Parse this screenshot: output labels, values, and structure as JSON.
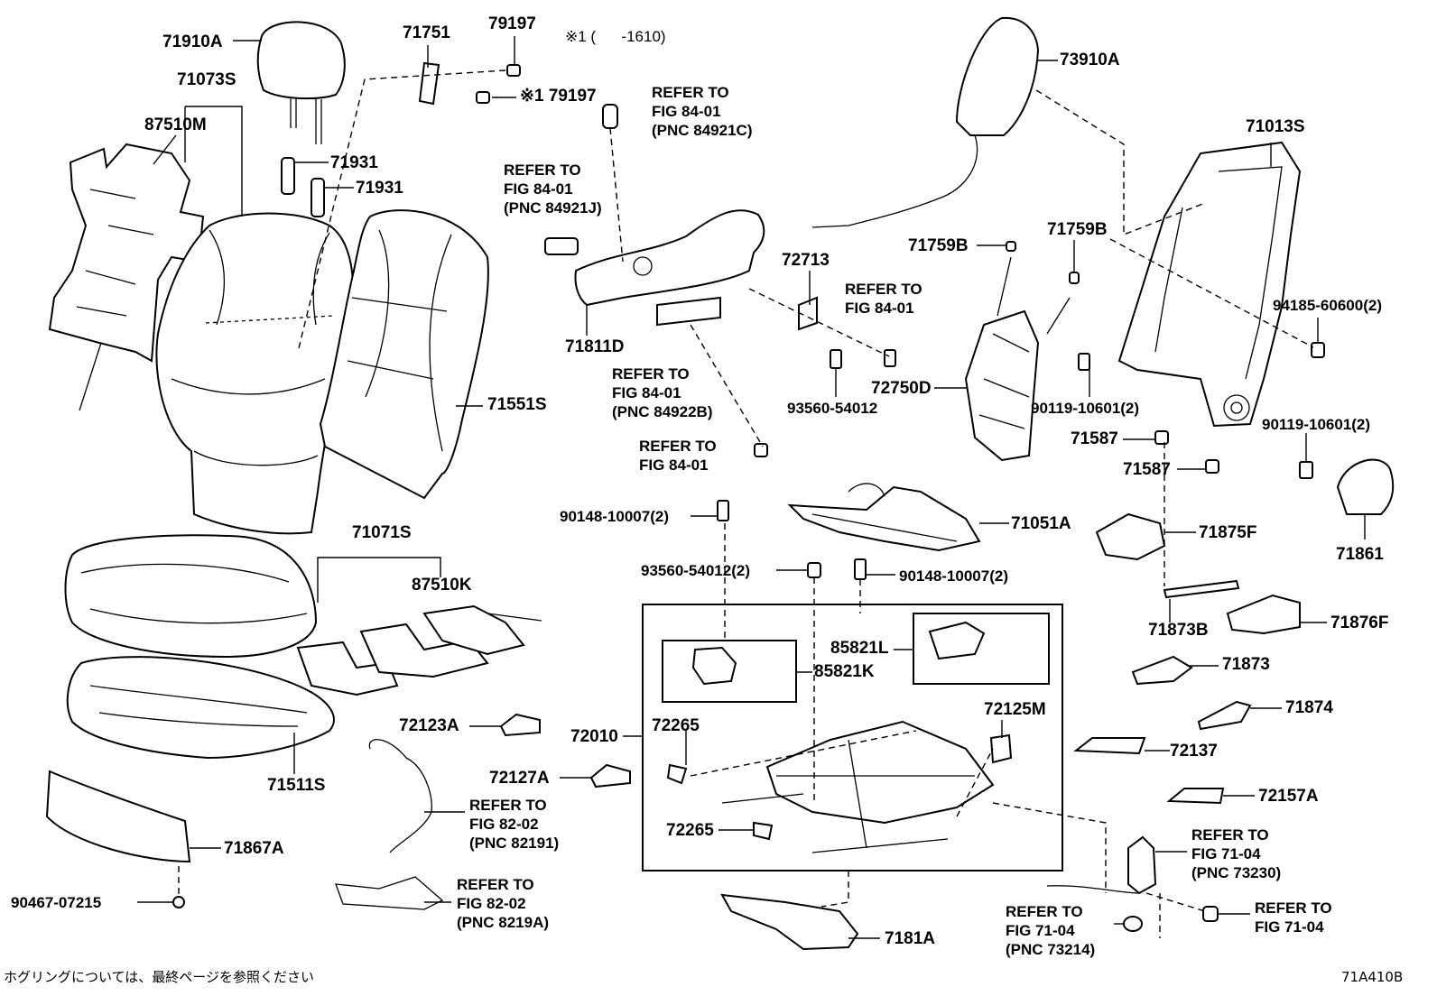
{
  "diagram": {
    "labels": {
      "p71910A": "71910A",
      "p71073S": "71073S",
      "p87510M": "87510M",
      "p71751": "71751",
      "p79197a": "79197",
      "p79197b": "※1 79197",
      "note_date": "※1 (      -1610)",
      "p71931a": "71931",
      "p71931b": "71931",
      "ref_84921C": "REFER TO\nFIG 84-01\n(PNC 84921C)",
      "ref_84921J": "REFER TO\nFIG 84-01\n(PNC 84921J)",
      "p73910A": "73910A",
      "p71013S": "71013S",
      "p72713": "72713",
      "ref_84_01a": "REFER TO\nFIG 84-01",
      "p71759Ba": "71759B",
      "p71759Bb": "71759B",
      "p94185": "94185-60600(2)",
      "p71811D": "71811D",
      "ref_84922B": "REFER TO\nFIG 84-01\n(PNC 84922B)",
      "p72750D": "72750D",
      "p93560a": "93560-54012",
      "p90119a": "90119-10601(2)",
      "p90119b": "90119-10601(2)",
      "p71551S": "71551S",
      "ref_84_01b": "REFER TO\nFIG 84-01",
      "p71587a": "71587",
      "p71587b": "71587",
      "p71861": "71861",
      "p90148a": "90148-10007(2)",
      "p71051A": "71051A",
      "p71875F": "71875F",
      "p71071S": "71071S",
      "p87510K": "87510K",
      "p93560b": "93560-54012(2)",
      "p90148b": "90148-10007(2)",
      "p71873B": "71873B",
      "p71876F": "71876F",
      "p85821L": "85821L",
      "p85821K": "85821K",
      "p71873": "71873",
      "p72123A": "72123A",
      "p72265a": "72265",
      "p72125M": "72125M",
      "p71874": "71874",
      "p72010": "72010",
      "p72137": "72137",
      "p71511S": "71511S",
      "p72127A": "72127A",
      "p72157A": "72157A",
      "ref_82191": "REFER TO\nFIG 82-02\n(PNC 82191)",
      "p72265b": "72265",
      "ref_73230": "REFER TO\nFIG 71-04\n(PNC 73230)",
      "p71867A": "71867A",
      "ref_8219A": "REFER TO\nFIG 82-02\n(PNC 8219A)",
      "p90467": "90467-07215",
      "ref_71_04": "REFER TO\nFIG 71-04",
      "ref_73214": "REFER TO\nFIG 71-04\n(PNC 73214)",
      "p7181A": "7181A"
    },
    "footer_note": "ホグリングについては、最終ページを参照ください",
    "figure_code": "71A410B"
  }
}
